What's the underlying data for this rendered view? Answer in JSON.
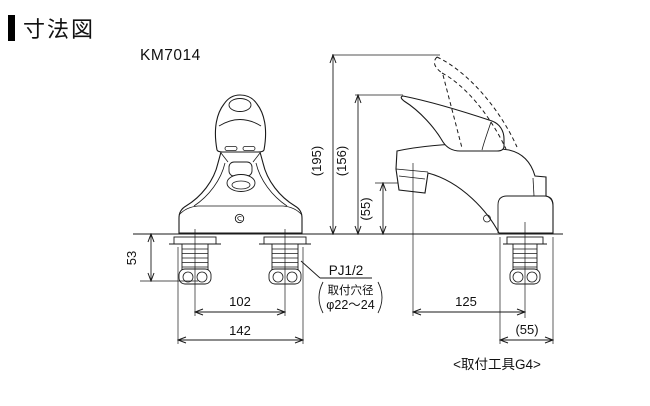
{
  "header": {
    "title": "寸法図"
  },
  "drawing": {
    "model": "KM7014",
    "front_view": {
      "dim_shank_length": "53",
      "dim_hole_pitch": "102",
      "dim_body_width": "142",
      "label_thread": "PJ1/2",
      "label_hole_dia_line1": "取付穴径",
      "label_hole_dia_line2": "φ22〜24"
    },
    "side_view": {
      "dim_total_height": "(195)",
      "dim_handle_height": "(156)",
      "dim_spout_height": "(55)",
      "dim_spout_reach": "125",
      "dim_base_depth": "(55)",
      "label_tool": "<取付工具G4>"
    }
  }
}
